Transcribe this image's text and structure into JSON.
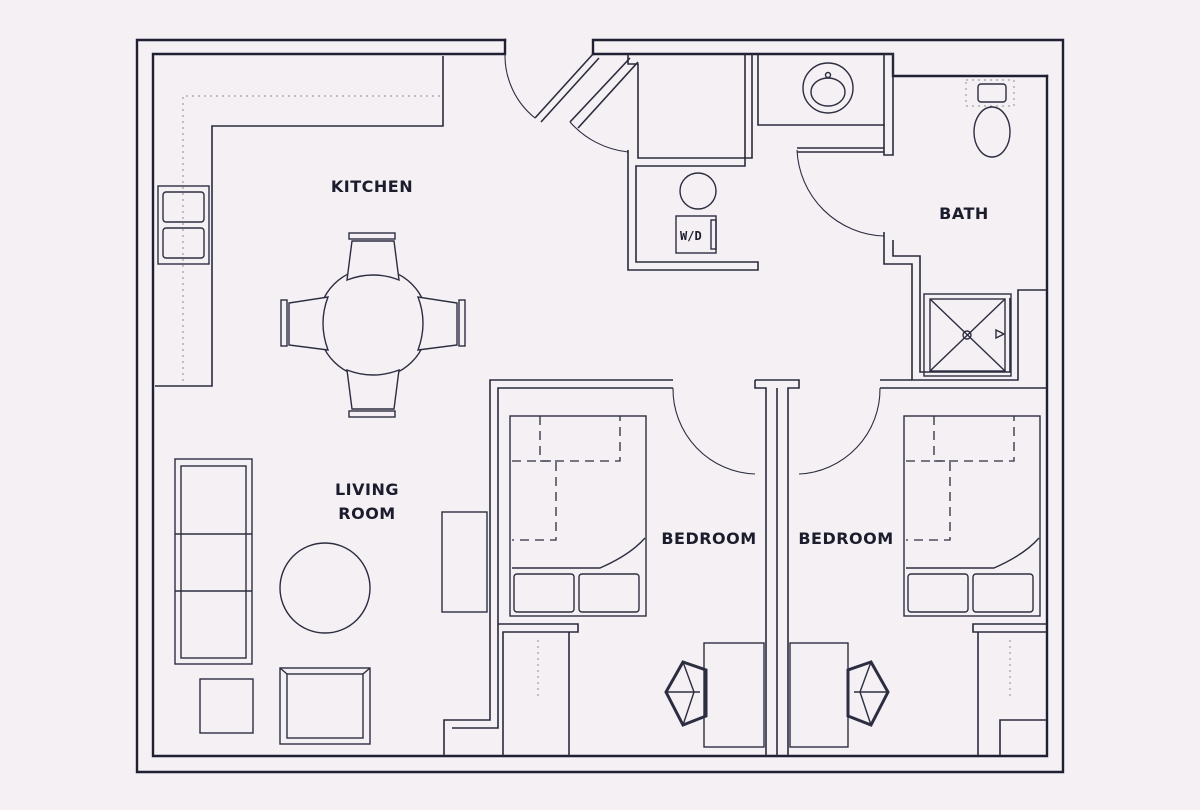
{
  "plan": {
    "rooms": [
      {
        "id": "kitchen",
        "label": "KITCHEN"
      },
      {
        "id": "living",
        "label_line1": "LIVING",
        "label_line2": "ROOM"
      },
      {
        "id": "bath",
        "label": "BATH"
      },
      {
        "id": "bedroom-1",
        "label": "BEDROOM"
      },
      {
        "id": "bedroom-2",
        "label": "BEDROOM"
      }
    ],
    "appliances": {
      "washer_dryer": "W/D"
    }
  }
}
